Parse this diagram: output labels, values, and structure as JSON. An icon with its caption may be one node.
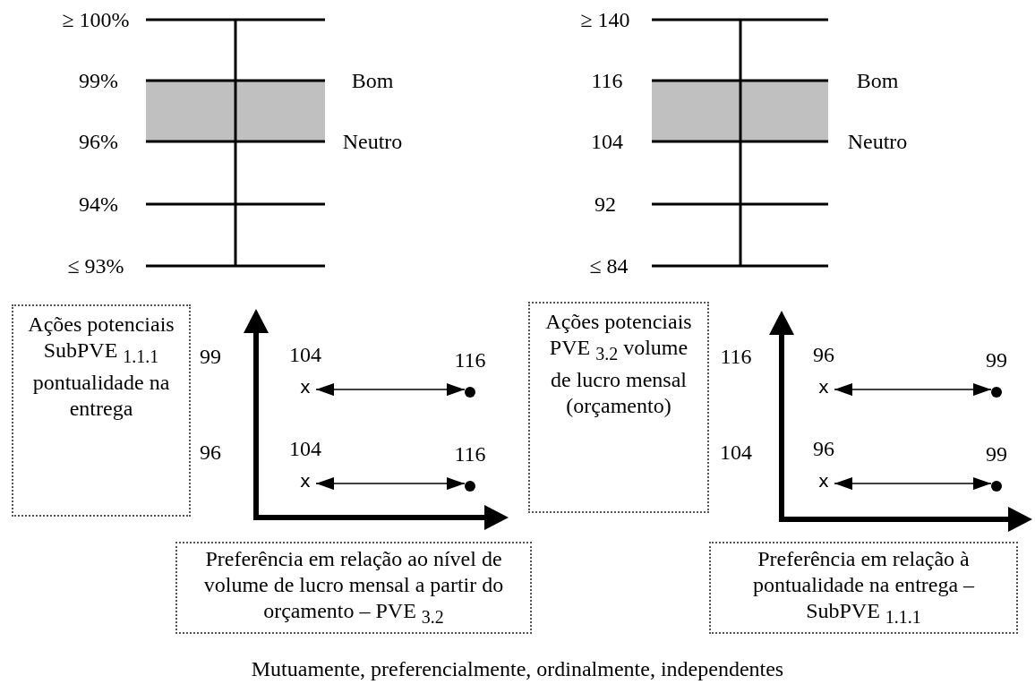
{
  "diagram": {
    "caption": "Mutuamente, preferencialmente, ordinalmente, independentes",
    "nodes": [
      {
        "text": [
          "Ações potenciais SubPVE $_{1.1.1}$ pontualidade na entrega"
        ]
      },
      {
        "text": [
          "x"
        ],
        "beside": [
          "104"
        ]
      },
      {
        "text": [],
        "shape": "circle",
        "beside": [
          "116"
        ]
      },
      {
        "text": [
          "x"
        ],
        "beside": [
          "104"
        ]
      },
      {
        "text": [],
        "shape": "circle",
        "beside": [
          "116"
        ]
      },
      {
        "text": [
          "Ações potenciais PVE $_{3.2}$ volume de lucro mensal (orçamento)"
        ]
      },
      {
        "text": [
          "x"
        ],
        "beside": [
          "96"
        ]
      },
      {
        "text": [],
        "shape": "circle",
        "beside": [
          "99"
        ]
      },
      {
        "text": [
          "x"
        ],
        "beside": [
          "96"
        ]
      },
      {
        "text": [],
        "shape": "circle",
        "beside": [
          "99"
        ]
      },
      {
        "text": [
          "Preferência em relação ao nível de volume de lucro mensal a partir do orçamento – PVE $_{3.2}$"
        ]
      },
      {
        "text": [
          "Preferência em relação à pontualidade na entrega – SubPVE $_{1.1.1}$"
        ]
      }
    ],
    "edges": [
      {
        "from": 1,
        "to": 2,
        "arrow": "both"
      },
      {
        "from": 3,
        "to": 4,
        "arrow": "both"
      },
      {
        "from": 6,
        "to": 7,
        "arrow": "both"
      },
      {
        "from": 8,
        "to": 9,
        "arrow": "both"
      }
    ],
    "labels": [
      "≥ 100%",
      "≥ 140",
      "99%",
      "Bom",
      "116",
      "Bom",
      "96%",
      "Neutro",
      "104",
      "Neutro",
      "94%",
      "92",
      "≤ 93%",
      "≤ 84",
      "99",
      "116",
      "96",
      "104"
    ]
  }
}
